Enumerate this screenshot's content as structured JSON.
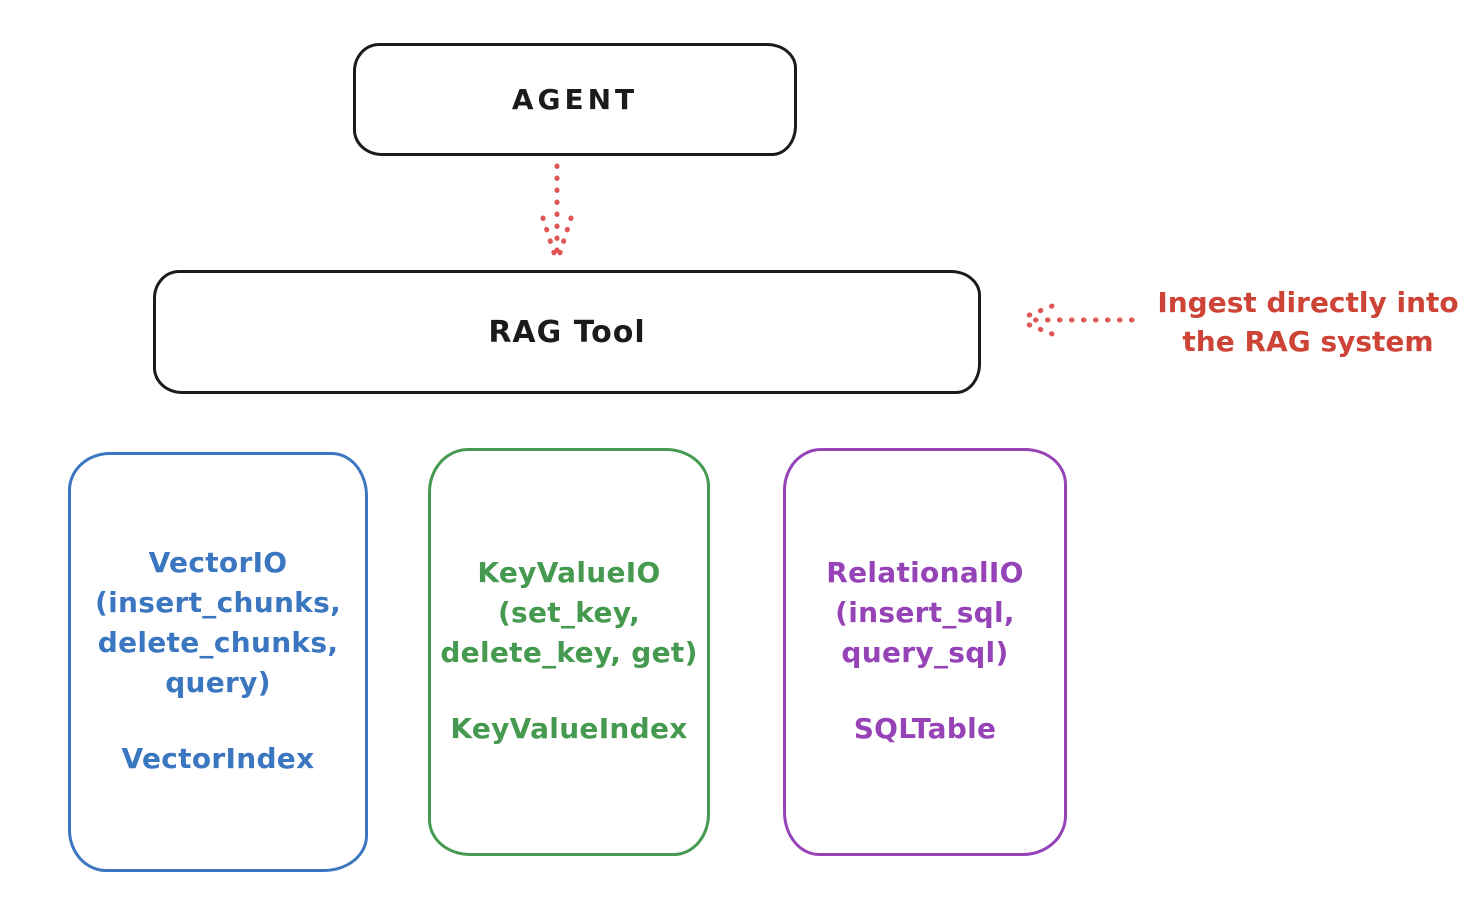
{
  "colors": {
    "bg": "#ffffff",
    "ink": "#1b1b1b",
    "blue": "#3b76c0",
    "green": "#459a50",
    "purple": "#9643b8",
    "red": "#cd4437",
    "red-arrow": "#e05555"
  },
  "nodes": {
    "agent": {
      "label": "AGENT"
    },
    "rag_tool": {
      "label": "RAG Tool"
    },
    "vector_io": {
      "title_lines": [
        "VectorIO",
        "(insert_chunks,",
        "delete_chunks,",
        "query)"
      ],
      "index_label": "VectorIndex"
    },
    "keyvalue_io": {
      "title_lines": [
        "KeyValueIO",
        "(set_key,",
        "delete_key, get)"
      ],
      "index_label": "KeyValueIndex"
    },
    "relational_io": {
      "title_lines": [
        "RelationalIO",
        "(insert_sql,",
        "query_sql)"
      ],
      "index_label": "SQLTable"
    }
  },
  "annotation": {
    "line1": "Ingest directly into",
    "line2": "the RAG system"
  }
}
